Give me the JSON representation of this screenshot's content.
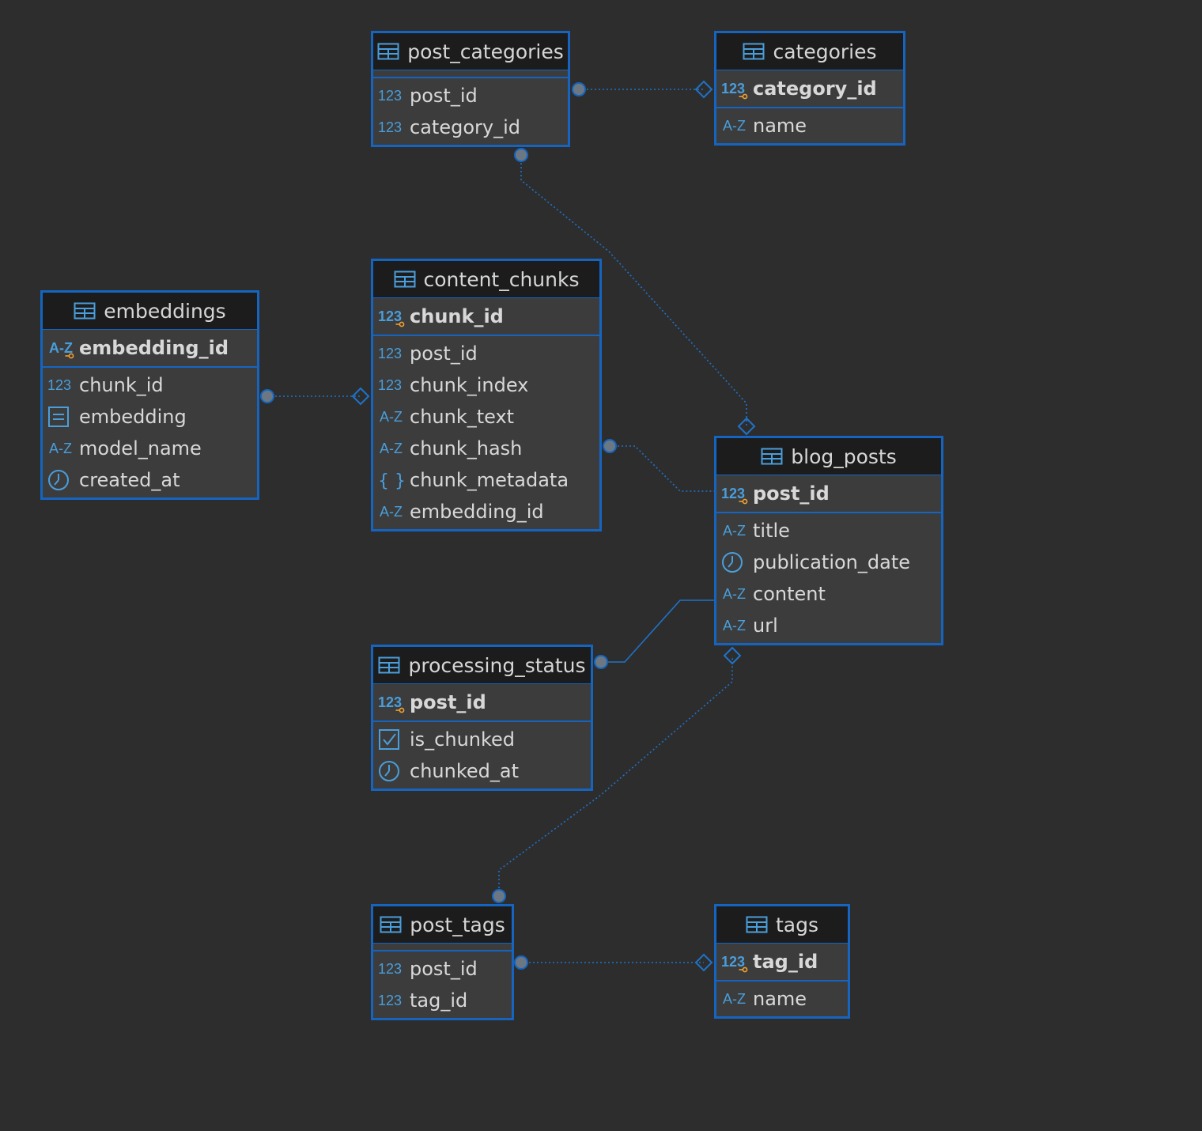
{
  "icons": {
    "table": "table-grid-icon",
    "numeric": "123",
    "text": "A-Z",
    "vector": "vector-icon",
    "datetime": "clock-icon",
    "json": "braces-icon",
    "boolean": "checkbox-icon",
    "primary_key_badge": "key-icon"
  },
  "colors": {
    "background": "#2d2d2d",
    "entity_border": "#1565c0",
    "entity_body": "#3c3c3c",
    "header": "#1c1c1c",
    "type_icon": "#4a9edb",
    "key_badge": "#f0a030"
  },
  "tables": {
    "post_categories": {
      "name": "post_categories",
      "pk": [],
      "columns": [
        {
          "name": "post_id",
          "type": "numeric"
        },
        {
          "name": "category_id",
          "type": "numeric"
        }
      ]
    },
    "categories": {
      "name": "categories",
      "pk": [
        {
          "name": "category_id",
          "type": "numeric"
        }
      ],
      "columns": [
        {
          "name": "name",
          "type": "text"
        }
      ]
    },
    "embeddings": {
      "name": "embeddings",
      "pk": [
        {
          "name": "embedding_id",
          "type": "text"
        }
      ],
      "columns": [
        {
          "name": "chunk_id",
          "type": "numeric"
        },
        {
          "name": "embedding",
          "type": "vector"
        },
        {
          "name": "model_name",
          "type": "text"
        },
        {
          "name": "created_at",
          "type": "datetime"
        }
      ]
    },
    "content_chunks": {
      "name": "content_chunks",
      "pk": [
        {
          "name": "chunk_id",
          "type": "numeric"
        }
      ],
      "columns": [
        {
          "name": "post_id",
          "type": "numeric"
        },
        {
          "name": "chunk_index",
          "type": "numeric"
        },
        {
          "name": "chunk_text",
          "type": "text"
        },
        {
          "name": "chunk_hash",
          "type": "text"
        },
        {
          "name": "chunk_metadata",
          "type": "json"
        },
        {
          "name": "embedding_id",
          "type": "text"
        }
      ]
    },
    "blog_posts": {
      "name": "blog_posts",
      "pk": [
        {
          "name": "post_id",
          "type": "numeric"
        }
      ],
      "columns": [
        {
          "name": "title",
          "type": "text"
        },
        {
          "name": "publication_date",
          "type": "datetime"
        },
        {
          "name": "content",
          "type": "text"
        },
        {
          "name": "url",
          "type": "text"
        }
      ]
    },
    "processing_status": {
      "name": "processing_status",
      "pk": [
        {
          "name": "post_id",
          "type": "numeric"
        }
      ],
      "columns": [
        {
          "name": "is_chunked",
          "type": "boolean"
        },
        {
          "name": "chunked_at",
          "type": "datetime"
        }
      ]
    },
    "post_tags": {
      "name": "post_tags",
      "pk": [],
      "columns": [
        {
          "name": "post_id",
          "type": "numeric"
        },
        {
          "name": "tag_id",
          "type": "numeric"
        }
      ]
    },
    "tags": {
      "name": "tags",
      "pk": [
        {
          "name": "tag_id",
          "type": "numeric"
        }
      ],
      "columns": [
        {
          "name": "name",
          "type": "text"
        }
      ]
    }
  },
  "relationships": [
    {
      "from": "post_categories",
      "to": "categories",
      "style": "dotted"
    },
    {
      "from": "post_categories",
      "to": "blog_posts",
      "style": "dotted"
    },
    {
      "from": "embeddings",
      "to": "content_chunks",
      "style": "dotted"
    },
    {
      "from": "content_chunks",
      "to": "blog_posts",
      "style": "dotted"
    },
    {
      "from": "processing_status",
      "to": "blog_posts",
      "style": "solid"
    },
    {
      "from": "post_tags",
      "to": "blog_posts",
      "style": "dotted"
    },
    {
      "from": "post_tags",
      "to": "tags",
      "style": "dotted"
    }
  ]
}
